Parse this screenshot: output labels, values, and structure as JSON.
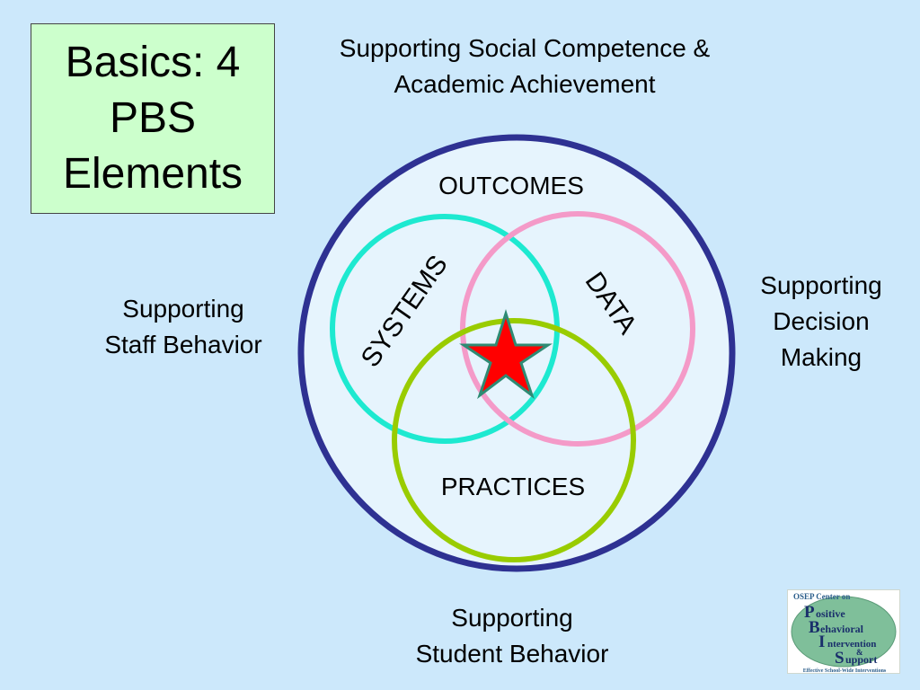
{
  "title": {
    "line1": "Basics: 4",
    "line2": "PBS",
    "line3": "Elements"
  },
  "labels": {
    "top": {
      "line1": "Supporting Social Competence &",
      "line2": "Academic Achievement"
    },
    "left": {
      "line1": "Supporting",
      "line2": "Staff Behavior"
    },
    "right": {
      "line1": "Supporting",
      "line2": "Decision",
      "line3": "Making"
    },
    "bottom": {
      "line1": "Supporting",
      "line2": "Student Behavior"
    }
  },
  "diagram": {
    "outcomes": "OUTCOMES",
    "systems": "SYSTEMS",
    "data": "DATA",
    "practices": "PRACTICES"
  },
  "colors": {
    "background": "#cce8fb",
    "title_box": "#ccffcc",
    "outer_ellipse": "#2e3192",
    "systems_circle": "#1de9d0",
    "data_circle": "#f49ac8",
    "practices_circle": "#99cc00",
    "star_fill": "#ff0000",
    "star_stroke": "#2e8b74"
  },
  "logo": {
    "header": "OSEP Center on",
    "letters": [
      "P",
      "B",
      "I",
      "S"
    ],
    "words": [
      "ositive",
      "ehavioral",
      "ntervention",
      "&",
      "upport"
    ],
    "footer": "Effective School-Wide Interventions"
  }
}
